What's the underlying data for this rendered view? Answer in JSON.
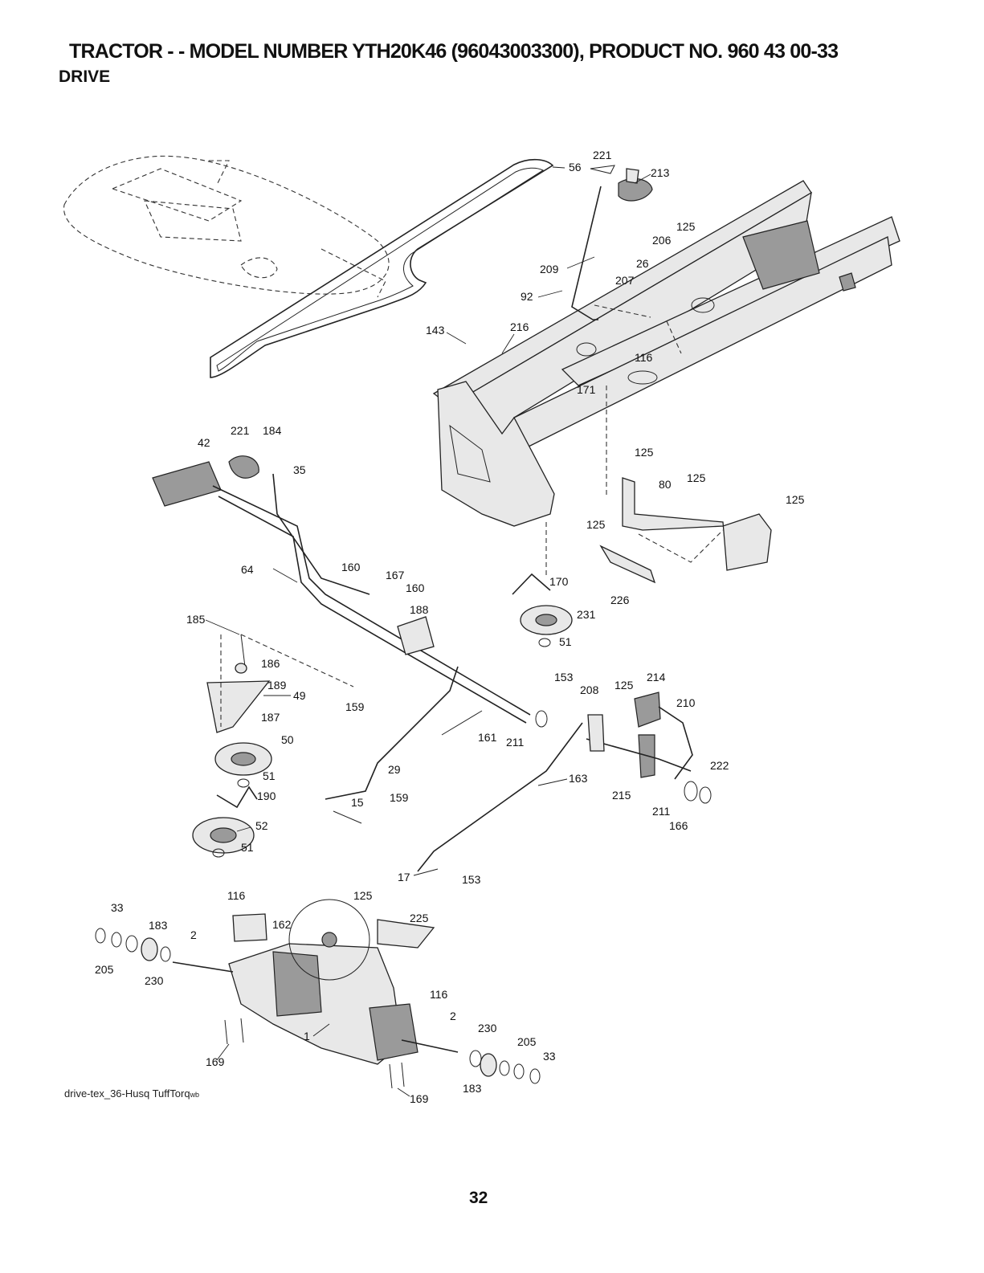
{
  "header": {
    "title": "TRACTOR - - MODEL NUMBER YTH20K46 (96043003300), PRODUCT NO. 960 43 00-33",
    "section": "DRIVE"
  },
  "footer": {
    "diagram_id": "drive-tex_36-Husq TuffTorq",
    "diagram_id_suffix": "wb",
    "page_number": "32"
  },
  "callouts": [
    "221",
    "56",
    "213",
    "125",
    "206",
    "26",
    "209",
    "207",
    "92",
    "143",
    "216",
    "116",
    "171",
    "221",
    "184",
    "42",
    "35",
    "125",
    "80",
    "125",
    "125",
    "125",
    "64",
    "160",
    "167",
    "160",
    "188",
    "170",
    "231",
    "226",
    "51",
    "185",
    "186",
    "189",
    "49",
    "159",
    "153",
    "208",
    "125",
    "214",
    "210",
    "187",
    "50",
    "161",
    "211",
    "29",
    "163",
    "222",
    "51",
    "215",
    "211",
    "166",
    "190",
    "15",
    "159",
    "52",
    "51",
    "17",
    "153",
    "33",
    "116",
    "125",
    "183",
    "162",
    "225",
    "2",
    "205",
    "230",
    "116",
    "1",
    "2",
    "230",
    "205",
    "33",
    "169",
    "183",
    "169"
  ]
}
